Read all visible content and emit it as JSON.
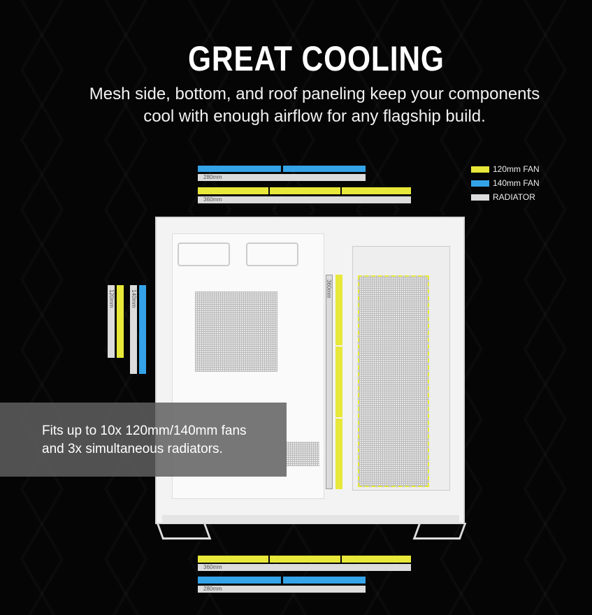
{
  "heading": {
    "title": "GREAT COOLING",
    "subtitle_line1": "Mesh side, bottom, and roof paneling keep your components",
    "subtitle_line2": "cool with enough airflow for any flagship build."
  },
  "legend": [
    {
      "label": "120mm FAN",
      "color": "#e8e83a"
    },
    {
      "label": "140mm FAN",
      "color": "#35a3e8"
    },
    {
      "label": "RADIATOR",
      "color": "#dcdcdc"
    }
  ],
  "top": {
    "radiator_280": "280mm",
    "radiator_360": "360mm"
  },
  "side": {
    "radiator_120": "120mm",
    "radiator_140": "140mm"
  },
  "front": {
    "radiator_360": "360mm"
  },
  "bottom": {
    "radiator_360": "360mm",
    "radiator_280": "280mm"
  },
  "callout": {
    "line1": "Fits up to 10x 120mm/140mm fans",
    "line2": "and 3x simultaneous radiators."
  }
}
